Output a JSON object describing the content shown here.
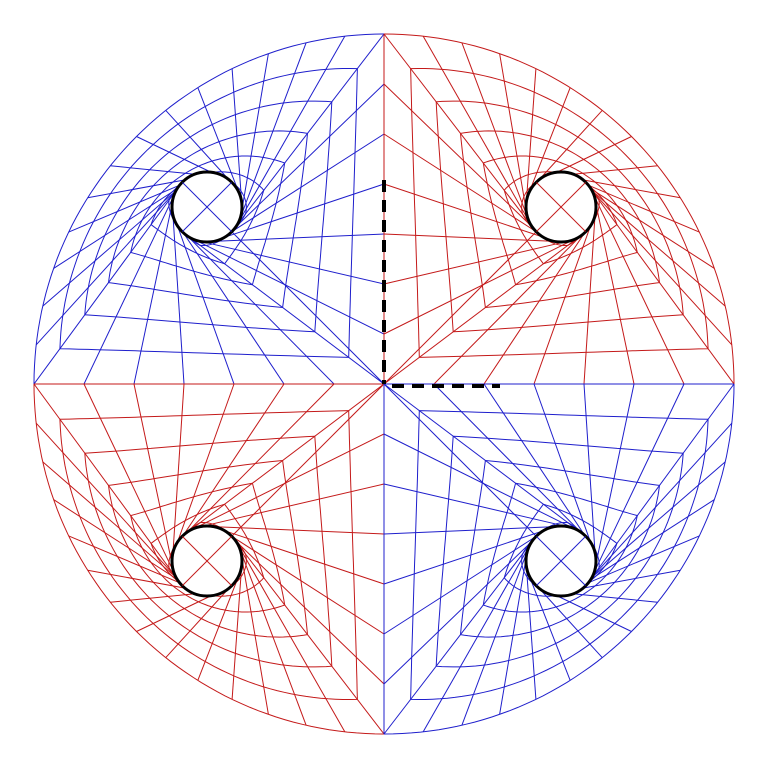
{
  "figure": {
    "kind": "structured mesh of a circular cross-section with four circular holes",
    "quadrant_blocks": [
      {
        "name": "top-left",
        "color": "#1f1fcc"
      },
      {
        "name": "top-right",
        "color": "#c41a1a"
      },
      {
        "name": "bottom-left",
        "color": "#c41a1a"
      },
      {
        "name": "bottom-right",
        "color": "#1f1fcc"
      }
    ],
    "hole_outline_color": "#000000",
    "symmetry_marker_color": "#000000",
    "background": "#ffffff"
  }
}
